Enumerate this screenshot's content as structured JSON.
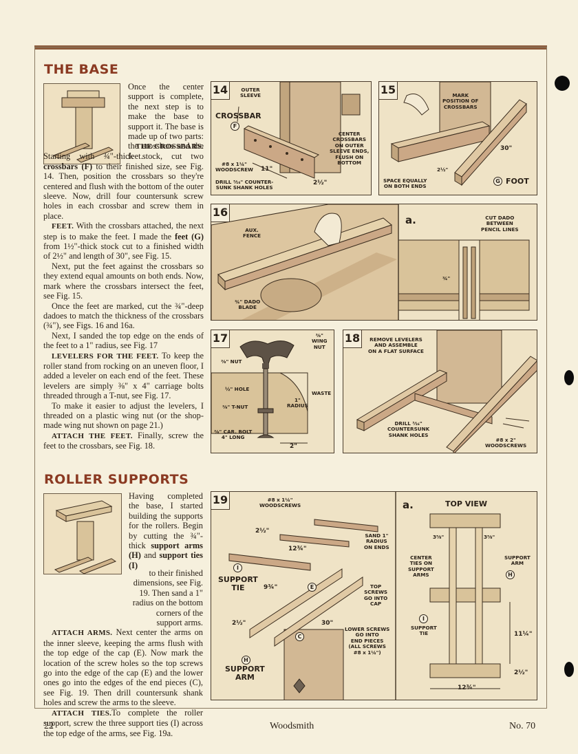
{
  "headings": {
    "base": "THE BASE",
    "rollers": "ROLLER SUPPORTS"
  },
  "base_intro": "Once the center support is complete, the next step is to make the base to support it. The base is made up of two parts: the crossbars and the feet.",
  "crossbars": {
    "head": "THE CROSSBARS.",
    "t1": " Starting with ¾\"-thick stock, cut two ",
    "bold": "crossbars (F)",
    "t2": " to their finished size, see Fig. 14. Then, position the crossbars so they're centered and flush with the bottom of the outer sleeve. Now, drill four countersunk screw holes in each crossbar and screw them in place."
  },
  "feet": {
    "head": "FEET.",
    "t1": " With the crossbars attached, the next step is to make the feet. I made the ",
    "bold": "feet (G)",
    "t2": " from 1½\"-thick stock cut to a finished width of 2½\" and length of 30\", see Fig. 15.",
    "p2": "Next, put the feet against the crossbars so they extend equal amounts on both ends. Now, mark where the crossbars intersect the feet, see Fig. 15.",
    "p3": "Once the feet are marked, cut the ¾\"-deep dadoes to match the thickness of the crossbars (¾\"), see Figs. 16 and 16a.",
    "p4": "Next, I sanded the top edge on the ends of the feet to a 1\" radius, see Fig. 17"
  },
  "levelers": {
    "head": "LEVELERS FOR THE FEET.",
    "t1": " To keep the roller stand from rocking on an uneven floor, I added a leveler on each end of the feet. These levelers are simply ⅜\" x 4\" carriage bolts threaded through a T-nut, see Fig. 17.",
    "p2": "To make it easier to adjust the levelers, I threaded on a plastic wing nut (or the shop-made wing nut shown on page 21.)"
  },
  "attach_feet": {
    "head": "ATTACH THE FEET.",
    "t1": " Finally, screw the feet to the crossbars, see Fig. 18."
  },
  "rollers_intro": {
    "t1": "Having completed the base, I started building the supports for the rollers. Begin by cutting the ¾\"-thick ",
    "b1": "support arms (H)",
    "t2": " and ",
    "b2": "support ties (I)",
    "t3": " to their finished dimensions, see Fig. 19. Then sand a 1\" radius on the bottom corners of the support arms."
  },
  "attach_arms": {
    "head": "ATTACH ARMS.",
    "t1": " Next center the arms on the inner sleeve, keeping the arms flush with the top edge of the cap (E). Now mark the location of the screw holes so the top screws go into the edge of the cap (E) and the lower ones go into the edges of the end pieces (C), see Fig. 19. Then drill countersunk shank holes and screw the arms to the sleeve."
  },
  "attach_ties": {
    "head": "ATTACH TIES.",
    "t1": "To complete the roller support, screw the three support ties (I) across the top edge of the arms, see Fig. 19a."
  },
  "fig14": {
    "num": "14",
    "outer_sleeve": "OUTER\nSLEEVE",
    "crossbar": "CROSSBAR",
    "letter": "F",
    "center": "CENTER\nCROSSBARS\nON OUTER\nSLEEVE ENDS,\nFLUSH ON\nBOTTOM",
    "screw": "#8 x 1¼\"\nWOODSCREW",
    "len": "11\"",
    "drill": "DRILL ³⁄₁₆\" COUNTER-\nSUNK SHANK HOLES",
    "w": "2½\""
  },
  "fig15": {
    "num": "15",
    "mark": "MARK\nPOSITION OF\nCROSSBARS",
    "len": "30\"",
    "w": "2½\"",
    "space": "SPACE EQUALLY\nON BOTH ENDS",
    "letter": "G",
    "foot": "FOOT"
  },
  "fig16": {
    "num": "16",
    "aux": "AUX.\nFENCE",
    "blade": "¾\" DADO\nBLADE"
  },
  "fig16a": {
    "sub": "a.",
    "cut": "CUT DADO\nBETWEEN\nPENCIL LINES",
    "depth": "¾\""
  },
  "fig17": {
    "num": "17",
    "wing": "⅜\"\nWING\nNUT",
    "nut": "⅜\" NUT",
    "hole": "½\" HOLE",
    "waste": "WASTE",
    "radius": "1\"\nRADIUS",
    "tnut": "⅜\" T-NUT",
    "bolt": "⅜\" CAR. BOLT\n4\" LONG",
    "dim": "2\""
  },
  "fig18": {
    "num": "18",
    "remove": "REMOVE LEVELERS\nAND ASSEMBLE\nON A FLAT SURFACE",
    "drill": "DRILL ³⁄₁₆\"\nCOUNTERSUNK\nSHANK HOLES",
    "screw": "#8 x 2\"\nWOODSCREWS"
  },
  "fig19": {
    "num": "19",
    "screws": "#8 x 1¼\"\nWOODSCREWS",
    "w": "2½\"",
    "len1": "12¾\"",
    "sand": "SAND 1\"\nRADIUS\nON ENDS",
    "letterI": "I",
    "tie": "SUPPORT\nTIE",
    "len2": "9¾\"",
    "letterE": "E",
    "top": "TOP\nSCREWS\nGO INTO\nCAP",
    "h": "2½\"",
    "len3": "30\"",
    "letterC": "C",
    "lower": "LOWER SCREWS\nGO INTO\nEND PIECES\n(ALL SCREWS\n#8 x 1¼\")",
    "letterH": "H",
    "arm": "SUPPORT\nARM"
  },
  "fig19a": {
    "sub": "a.",
    "title": "TOP VIEW",
    "d1": "3⁵⁄₈\"",
    "d2": "3⁵⁄₈\"",
    "center": "CENTER\nTIES ON\nSUPPORT\nARMS",
    "arm": "SUPPORT\nARM",
    "letterH": "H",
    "letterI": "I",
    "tie": "SUPPORT\nTIE",
    "h": "11¼\"",
    "w": "2½\"",
    "len": "12¾\""
  },
  "footer": {
    "page": "22",
    "mag": "Woodsmith",
    "issue": "No. 70"
  }
}
